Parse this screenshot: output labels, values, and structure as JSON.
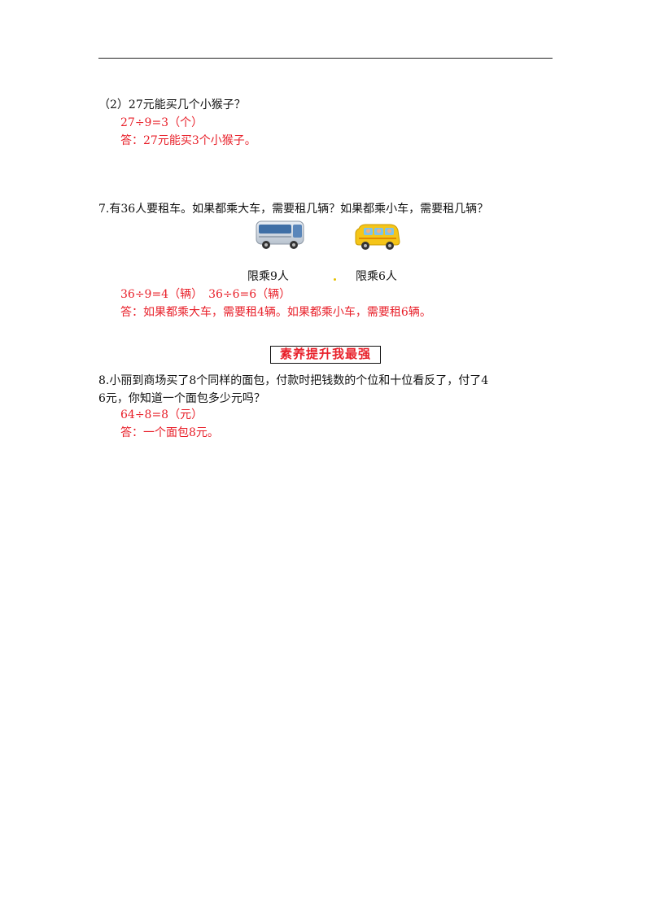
{
  "question2": {
    "text": "（2）27元能买几个小猴子？",
    "calc": "27÷9=3（个）",
    "answer": "答：27元能买3个小猴子。"
  },
  "question7": {
    "text": "7.有36人要租车。如果都乘大车，需要租几辆？如果都乘小车，需要租几辆？",
    "big_vehicle_caption": "限乘9人",
    "small_vehicle_caption": "限乘6人",
    "calc": "36÷9=4（辆）　36÷6=6（辆）",
    "answer": "答：如果都乘大车，需要租4辆。如果都乘小车，需要租6辆。"
  },
  "section": {
    "title": "素养提升我最强"
  },
  "question8": {
    "text_line1": "8.小丽到商场买了8个同样的面包，付款时把钱数的个位和十位看反了，付了4",
    "text_line2": "6元，你知道一个面包多少元吗？",
    "calc": "64÷8=8（元）",
    "answer": "答：一个面包8元。"
  },
  "icons": {
    "big_vehicle": "bus-icon",
    "small_vehicle": "school-van-icon"
  },
  "colors": {
    "answer": "#e8202a",
    "text": "#111111"
  }
}
